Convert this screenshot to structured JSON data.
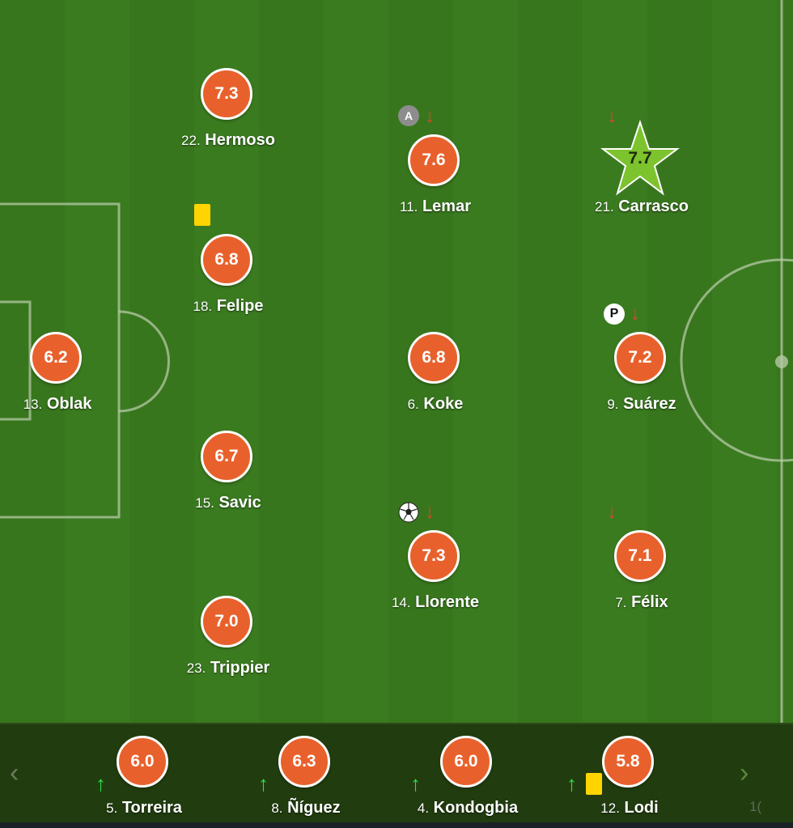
{
  "colors": {
    "pitch_dark": "#38761d",
    "pitch_light": "#3b7b20",
    "rating_orange": "#e8612c",
    "motm_green": "#7cc32e",
    "sub_off_arrow": "#e8402a",
    "sub_on_arrow": "#2de04a",
    "yellow_card": "#ffd400",
    "subs_bar_bg": "#213d0f"
  },
  "lineup": [
    {
      "num": "22.",
      "name": "Hermoso",
      "rating": "7.3"
    },
    {
      "num": "18.",
      "name": "Felipe",
      "rating": "6.8",
      "events": [
        "yellow-card"
      ]
    },
    {
      "num": "15.",
      "name": "Savic",
      "rating": "6.7"
    },
    {
      "num": "23.",
      "name": "Trippier",
      "rating": "7.0"
    },
    {
      "num": "13.",
      "name": "Oblak",
      "rating": "6.2"
    },
    {
      "num": "11.",
      "name": "Lemar",
      "rating": "7.6",
      "events": [
        "captain-badge",
        "substituted-off"
      ]
    },
    {
      "num": "6.",
      "name": "Koke",
      "rating": "6.8"
    },
    {
      "num": "14.",
      "name": "Llorente",
      "rating": "7.3",
      "events": [
        "goal-ball",
        "substituted-off"
      ]
    },
    {
      "num": "21.",
      "name": "Carrasco",
      "rating": "7.7",
      "man_of_the_match": true,
      "events": [
        "substituted-off"
      ]
    },
    {
      "num": "9.",
      "name": "Suárez",
      "rating": "7.2",
      "events": [
        "penalty-badge",
        "substituted-off"
      ]
    },
    {
      "num": "7.",
      "name": "Félix",
      "rating": "7.1",
      "events": [
        "substituted-off"
      ]
    }
  ],
  "captain_badge_letter": "A",
  "penalty_badge_letter": "P",
  "substitutes": [
    {
      "num": "5.",
      "name": "Torreira",
      "rating": "6.0",
      "events": [
        "substituted-on"
      ]
    },
    {
      "num": "8.",
      "name": "Ñíguez",
      "rating": "6.3",
      "events": [
        "substituted-on"
      ]
    },
    {
      "num": "4.",
      "name": "Kondogbia",
      "rating": "6.0",
      "events": [
        "substituted-on"
      ]
    },
    {
      "num": "12.",
      "name": "Lodi",
      "rating": "5.8",
      "events": [
        "substituted-on",
        "yellow-card"
      ]
    }
  ],
  "partial_next_sub_num": "1(",
  "nav": {
    "prev_icon": "chevron-left-icon",
    "next_icon": "chevron-right-icon",
    "prev_glyph": "‹",
    "next_glyph": "›"
  },
  "arrows": {
    "down": "↓",
    "up": "↑"
  }
}
